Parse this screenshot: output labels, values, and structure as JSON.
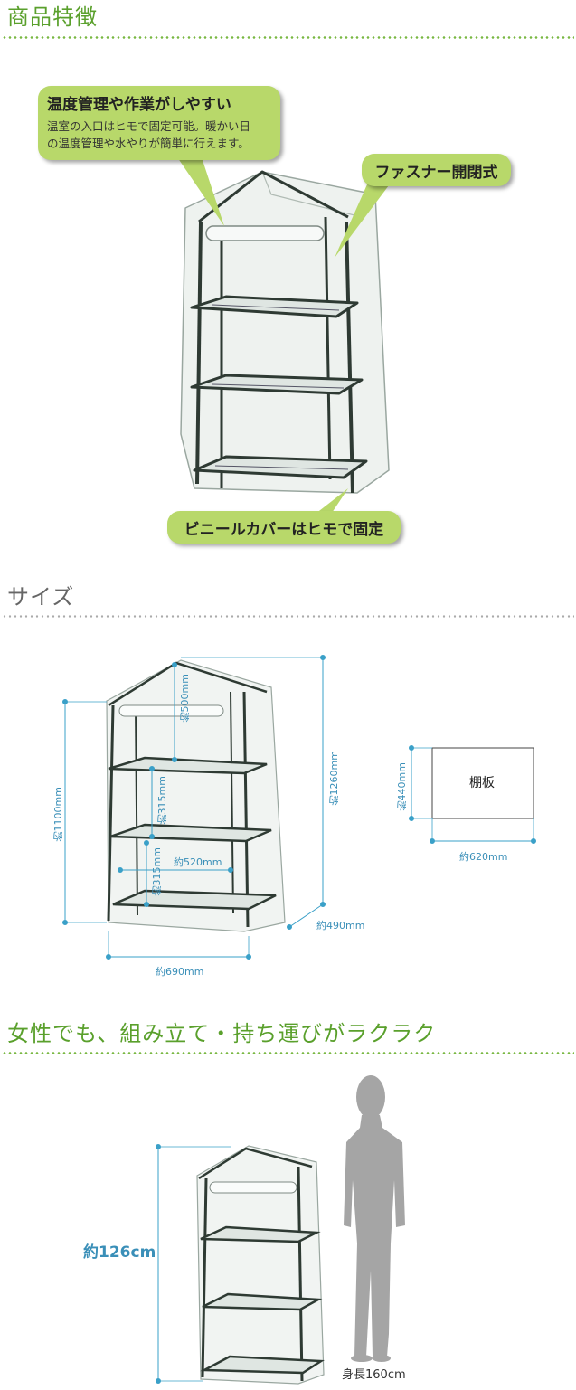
{
  "section1": {
    "title": "商品特徴",
    "callouts": {
      "temp": {
        "title": "温度管理や作業がしやすい",
        "desc_line1": "温室の入口はヒモで固定可能。暖かい日",
        "desc_line2": "の温度管理や水やりが簡単に行えます。"
      },
      "zipper": {
        "title": "ファスナー開閉式"
      },
      "cover": {
        "title": "ビニールカバーはヒモで固定"
      }
    }
  },
  "section2": {
    "title": "サイズ",
    "dims": {
      "d500": "約500mm",
      "d315a": "約315mm",
      "d315b": "約315mm",
      "d520": "約520mm",
      "d1100": "約1100mm",
      "d1260": "約1260mm",
      "d490": "約490mm",
      "d690": "約690mm"
    },
    "shelf": {
      "label": "棚板",
      "height": "約440mm",
      "width": "約620mm"
    }
  },
  "section3": {
    "title": "女性でも、組み立て・持ち運びがラクラク",
    "height_label": "約126cm",
    "person_label": "身長160cm"
  },
  "colors": {
    "accent_green": "#5aa02c",
    "callout_green": "#b8d86a",
    "dimension_blue": "#3aa0c8"
  }
}
